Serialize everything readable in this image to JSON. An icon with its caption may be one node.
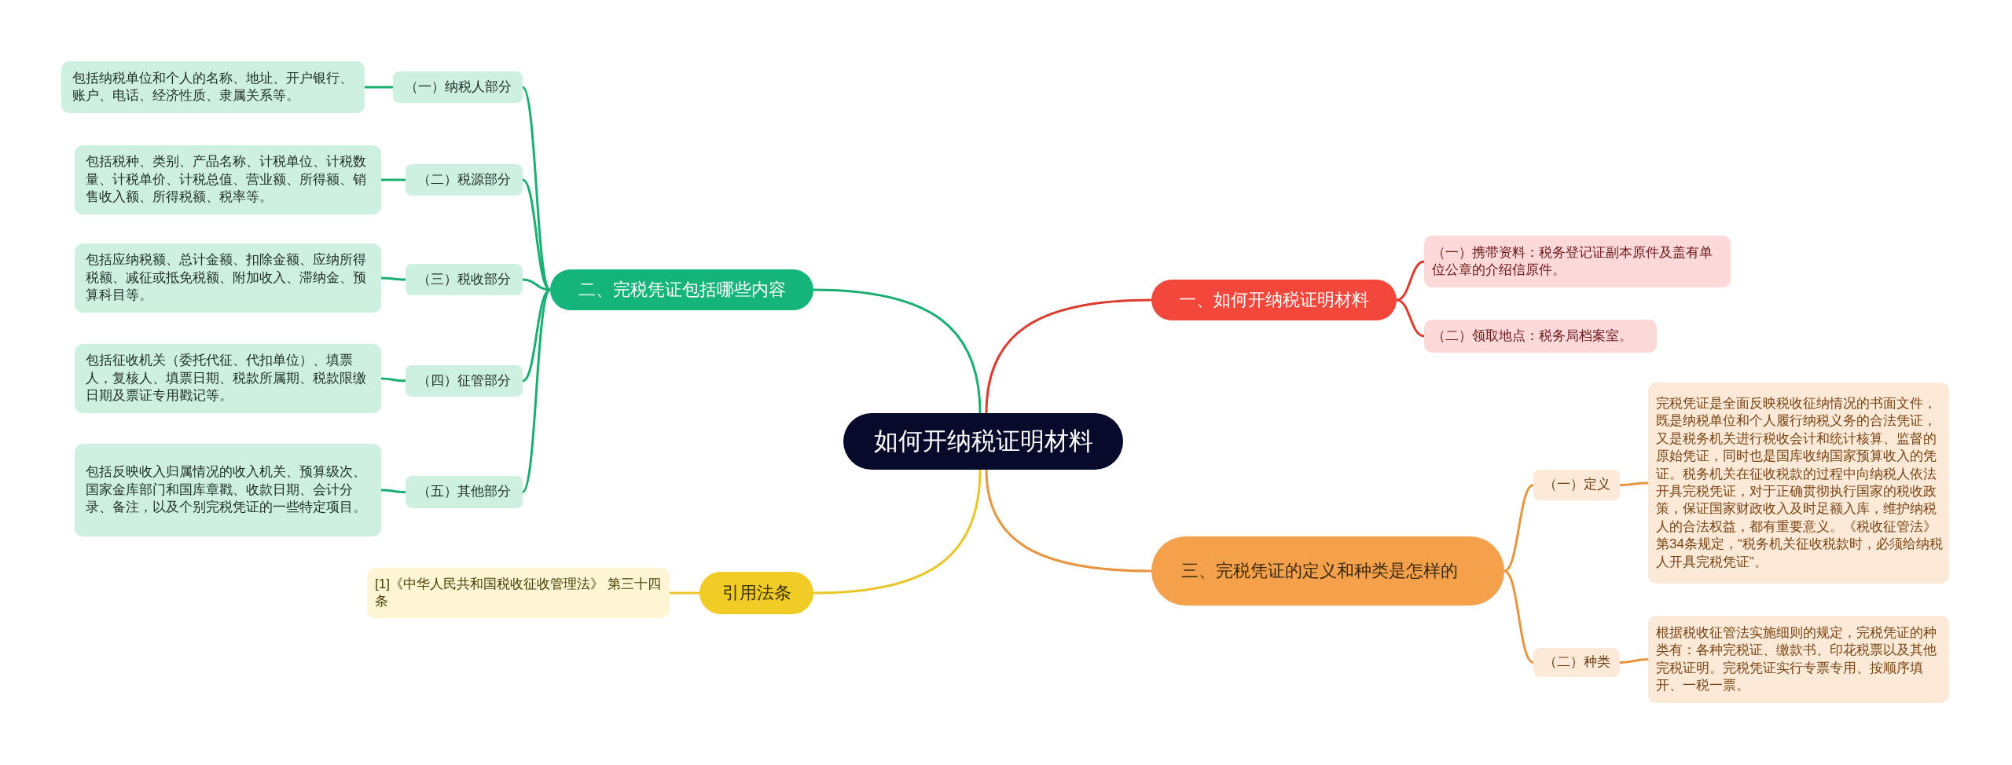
{
  "diagram": {
    "nodes": [
      {
        "text": [
          "如何开纳税证明材料"
        ]
      },
      {
        "text": [
          "一、如何开纳税证明材料"
        ]
      },
      {
        "text": [
          "（一）携带资料：税务登记证副本原件及盖有单位公章的介绍信原件。"
        ]
      },
      {
        "text": [
          "（二）领取地点：税务局档案室。"
        ]
      },
      {
        "text": [
          "二、完税凭证包括哪些内容"
        ]
      },
      {
        "text": [
          "（一）纳税人部分"
        ]
      },
      {
        "text": [
          "包括纳税单位和个人的名称、地址、开户银行、账户、电话、经济性质、隶属关系等。"
        ]
      },
      {
        "text": [
          "（二）税源部分"
        ]
      },
      {
        "text": [
          "包括税种、类别、产品名称、计税单位、计税数量、计税单价、计税总值、营业额、所得额、销售收入额、所得税额、税率等。"
        ]
      },
      {
        "text": [
          "（三）税收部分"
        ]
      },
      {
        "text": [
          "包括应纳税额、总计金额、扣除金额、应纳所得税额、减征或抵免税额、附加收入、滞纳金、预算科目等。"
        ]
      },
      {
        "text": [
          "（四）征管部分"
        ]
      },
      {
        "text": [
          "包括征收机关（委托代征、代扣单位）、填票人，复核人、填票日期、税款所属期、税款限缴日期及票证专用戳记等。"
        ]
      },
      {
        "text": [
          "（五）其他部分"
        ]
      },
      {
        "text": [
          "包括反映收入归属情况的收入机关、预算级次、国家金库部门和国库章戳、收款日期、会计分录、备注，以及个别完税凭证的一些特定项目。"
        ]
      },
      {
        "text": [
          "三、完税凭证的定义和种类是怎样的"
        ]
      },
      {
        "text": [
          "（一）定义"
        ]
      },
      {
        "text": [
          "完税凭证是全面反映税收征纳情况的书面文件，既是纳税单位和个人履行纳税义务的合法凭证，又是税务机关进行税收会计和统计核算、监督的原始凭证，同时也是国库收纳国家预算收入的凭证。税务机关在征收税款的过程中向纳税人依法开具完税凭证，对于正确贯彻执行国家的税收政策，保证国家财政收入及时足额入库，维护纳税人的合法权益，都有重要意义。《税收征管法》第34条规定，“税务机关征收税款时，必须给纳税人开具完税凭证”。"
        ]
      },
      {
        "text": [
          "（二）种类"
        ]
      },
      {
        "text": [
          "根据税收征管法实施细则的规定，完税凭证的种类有：各种完税证、缴款书、印花税票以及其他完税证明。完税凭证实行专票专用、按顺序填开、一税一票。"
        ]
      },
      {
        "text": [
          "引用法条"
        ]
      },
      {
        "text": [
          "[1]《中华人民共和国税收征收管理法》 第三十四条"
        ]
      }
    ],
    "edges": [
      {
        "from": 0,
        "to": 1,
        "arrow": "none",
        "color": "#de3b2f"
      },
      {
        "from": 1,
        "to": 2,
        "arrow": "none",
        "color": "#de3b2f"
      },
      {
        "from": 1,
        "to": 3,
        "arrow": "none",
        "color": "#de3b2f"
      },
      {
        "from": 0,
        "to": 4,
        "arrow": "none"
      },
      {
        "from": 4,
        "to": 5,
        "arrow": "none"
      },
      {
        "from": 5,
        "to": 6,
        "arrow": "none"
      },
      {
        "from": 4,
        "to": 7,
        "arrow": "none"
      },
      {
        "from": 7,
        "to": 8,
        "arrow": "none"
      },
      {
        "from": 4,
        "to": 9,
        "arrow": "none"
      },
      {
        "from": 9,
        "to": 10,
        "arrow": "none"
      },
      {
        "from": 4,
        "to": 11,
        "arrow": "none"
      },
      {
        "from": 11,
        "to": 12,
        "arrow": "none"
      },
      {
        "from": 4,
        "to": 13,
        "arrow": "none"
      },
      {
        "from": 13,
        "to": 14,
        "arrow": "none"
      },
      {
        "from": 0,
        "to": 15,
        "arrow": "none",
        "color": "#e8953f"
      },
      {
        "from": 15,
        "to": 16,
        "arrow": "none",
        "color": "#e8953f"
      },
      {
        "from": 16,
        "to": 17,
        "arrow": "none",
        "color": "#e8953f"
      },
      {
        "from": 15,
        "to": 18,
        "arrow": "none",
        "color": "#e8953f"
      },
      {
        "from": 18,
        "to": 19,
        "arrow": "none",
        "color": "#e8953f"
      },
      {
        "from": 0,
        "to": 20,
        "arrow": "none",
        "color": "#e9c627"
      },
      {
        "from": 20,
        "to": 21,
        "arrow": "none",
        "color": "#e9c627"
      }
    ]
  }
}
